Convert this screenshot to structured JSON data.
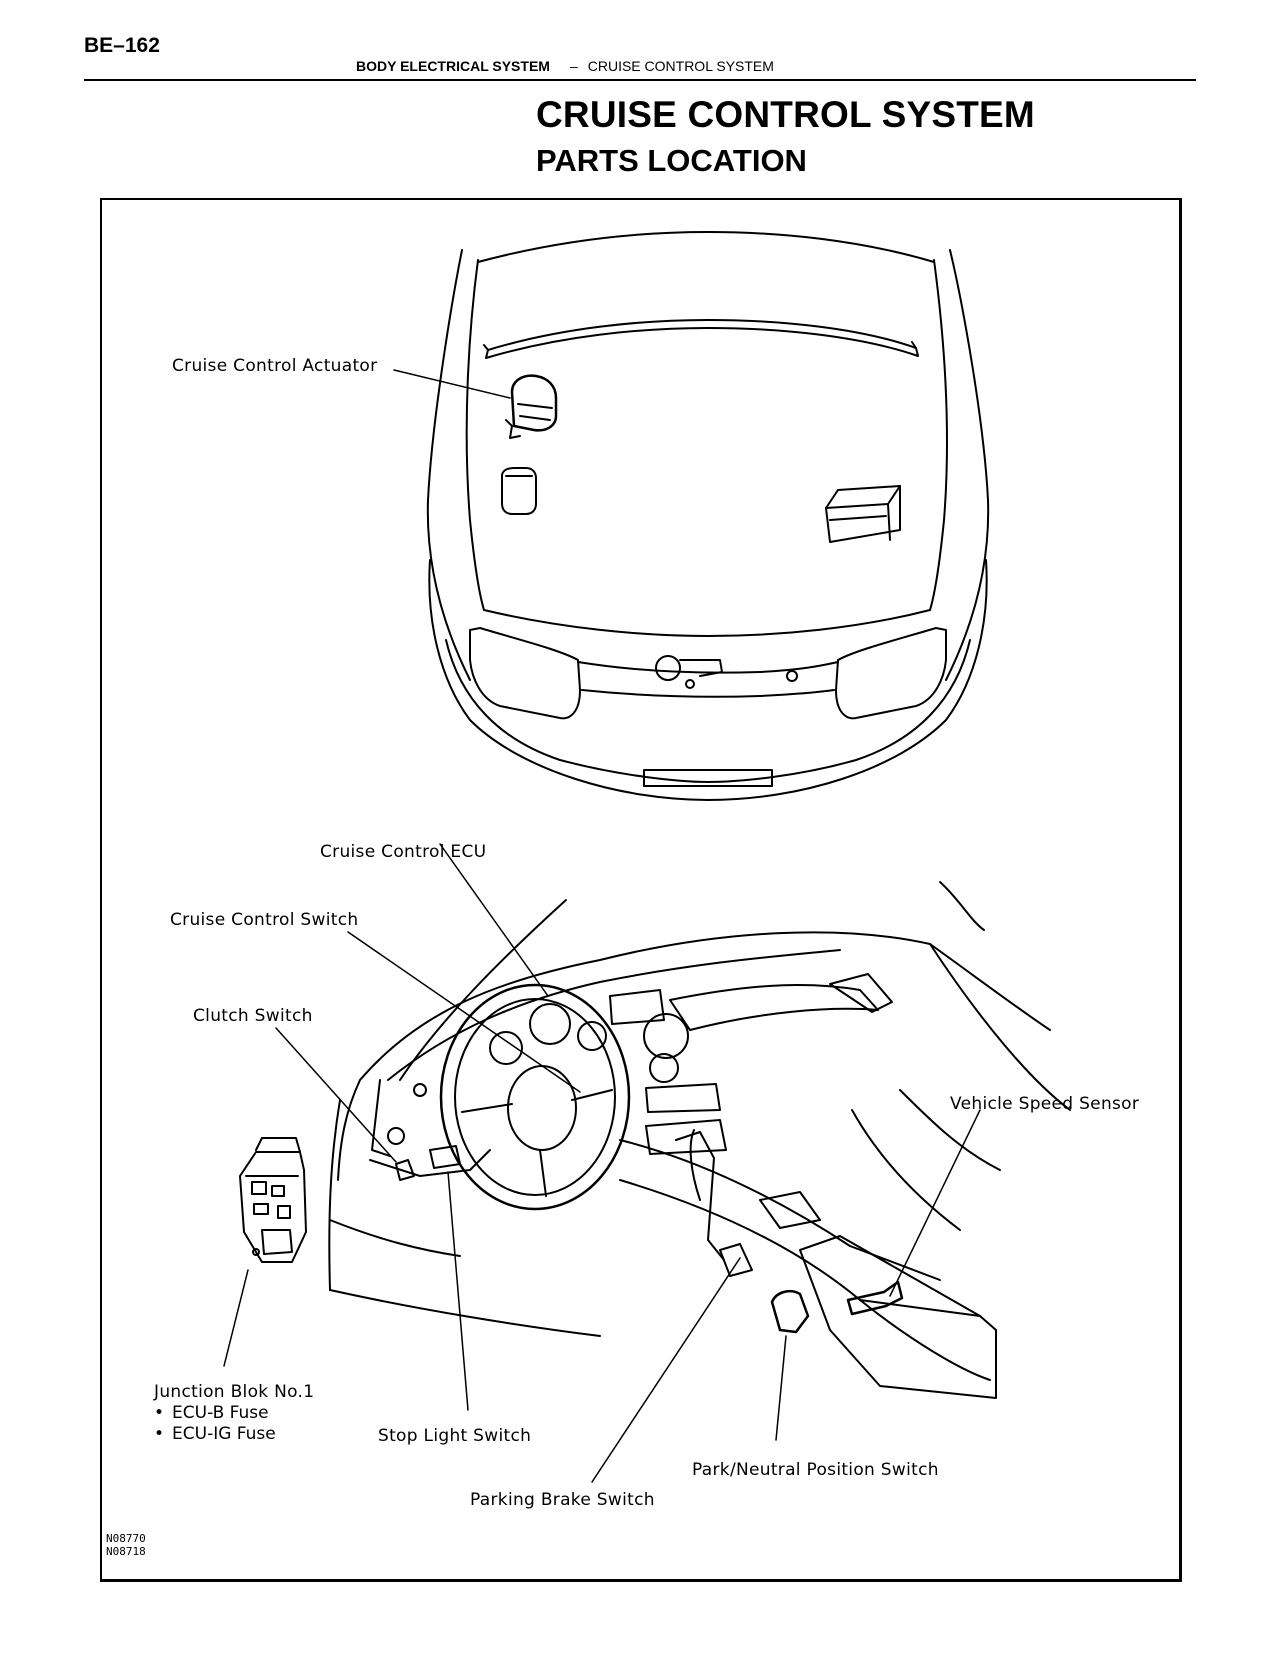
{
  "header": {
    "page_number": "BE–162",
    "section": "BODY ELECTRICAL SYSTEM",
    "separator": "–",
    "subsection": "CRUISE CONTROL SYSTEM"
  },
  "title": "CRUISE CONTROL SYSTEM",
  "subtitle": "PARTS LOCATION",
  "labels": {
    "actuator": "Cruise Control Actuator",
    "ecu": "Cruise Control ECU",
    "switch": "Cruise Control Switch",
    "clutch": "Clutch Switch",
    "speed_sensor": "Vehicle Speed Sensor",
    "junction_block": "Junction Blok No.1",
    "fuse_b": "ECU-B Fuse",
    "fuse_ig": "ECU-IG Fuse",
    "stop_light": "Stop Light Switch",
    "park_neutral": "Park/Neutral Position Switch",
    "parking_brake": "Parking Brake Switch"
  },
  "figure_codes": [
    "N08770",
    "N08718"
  ]
}
